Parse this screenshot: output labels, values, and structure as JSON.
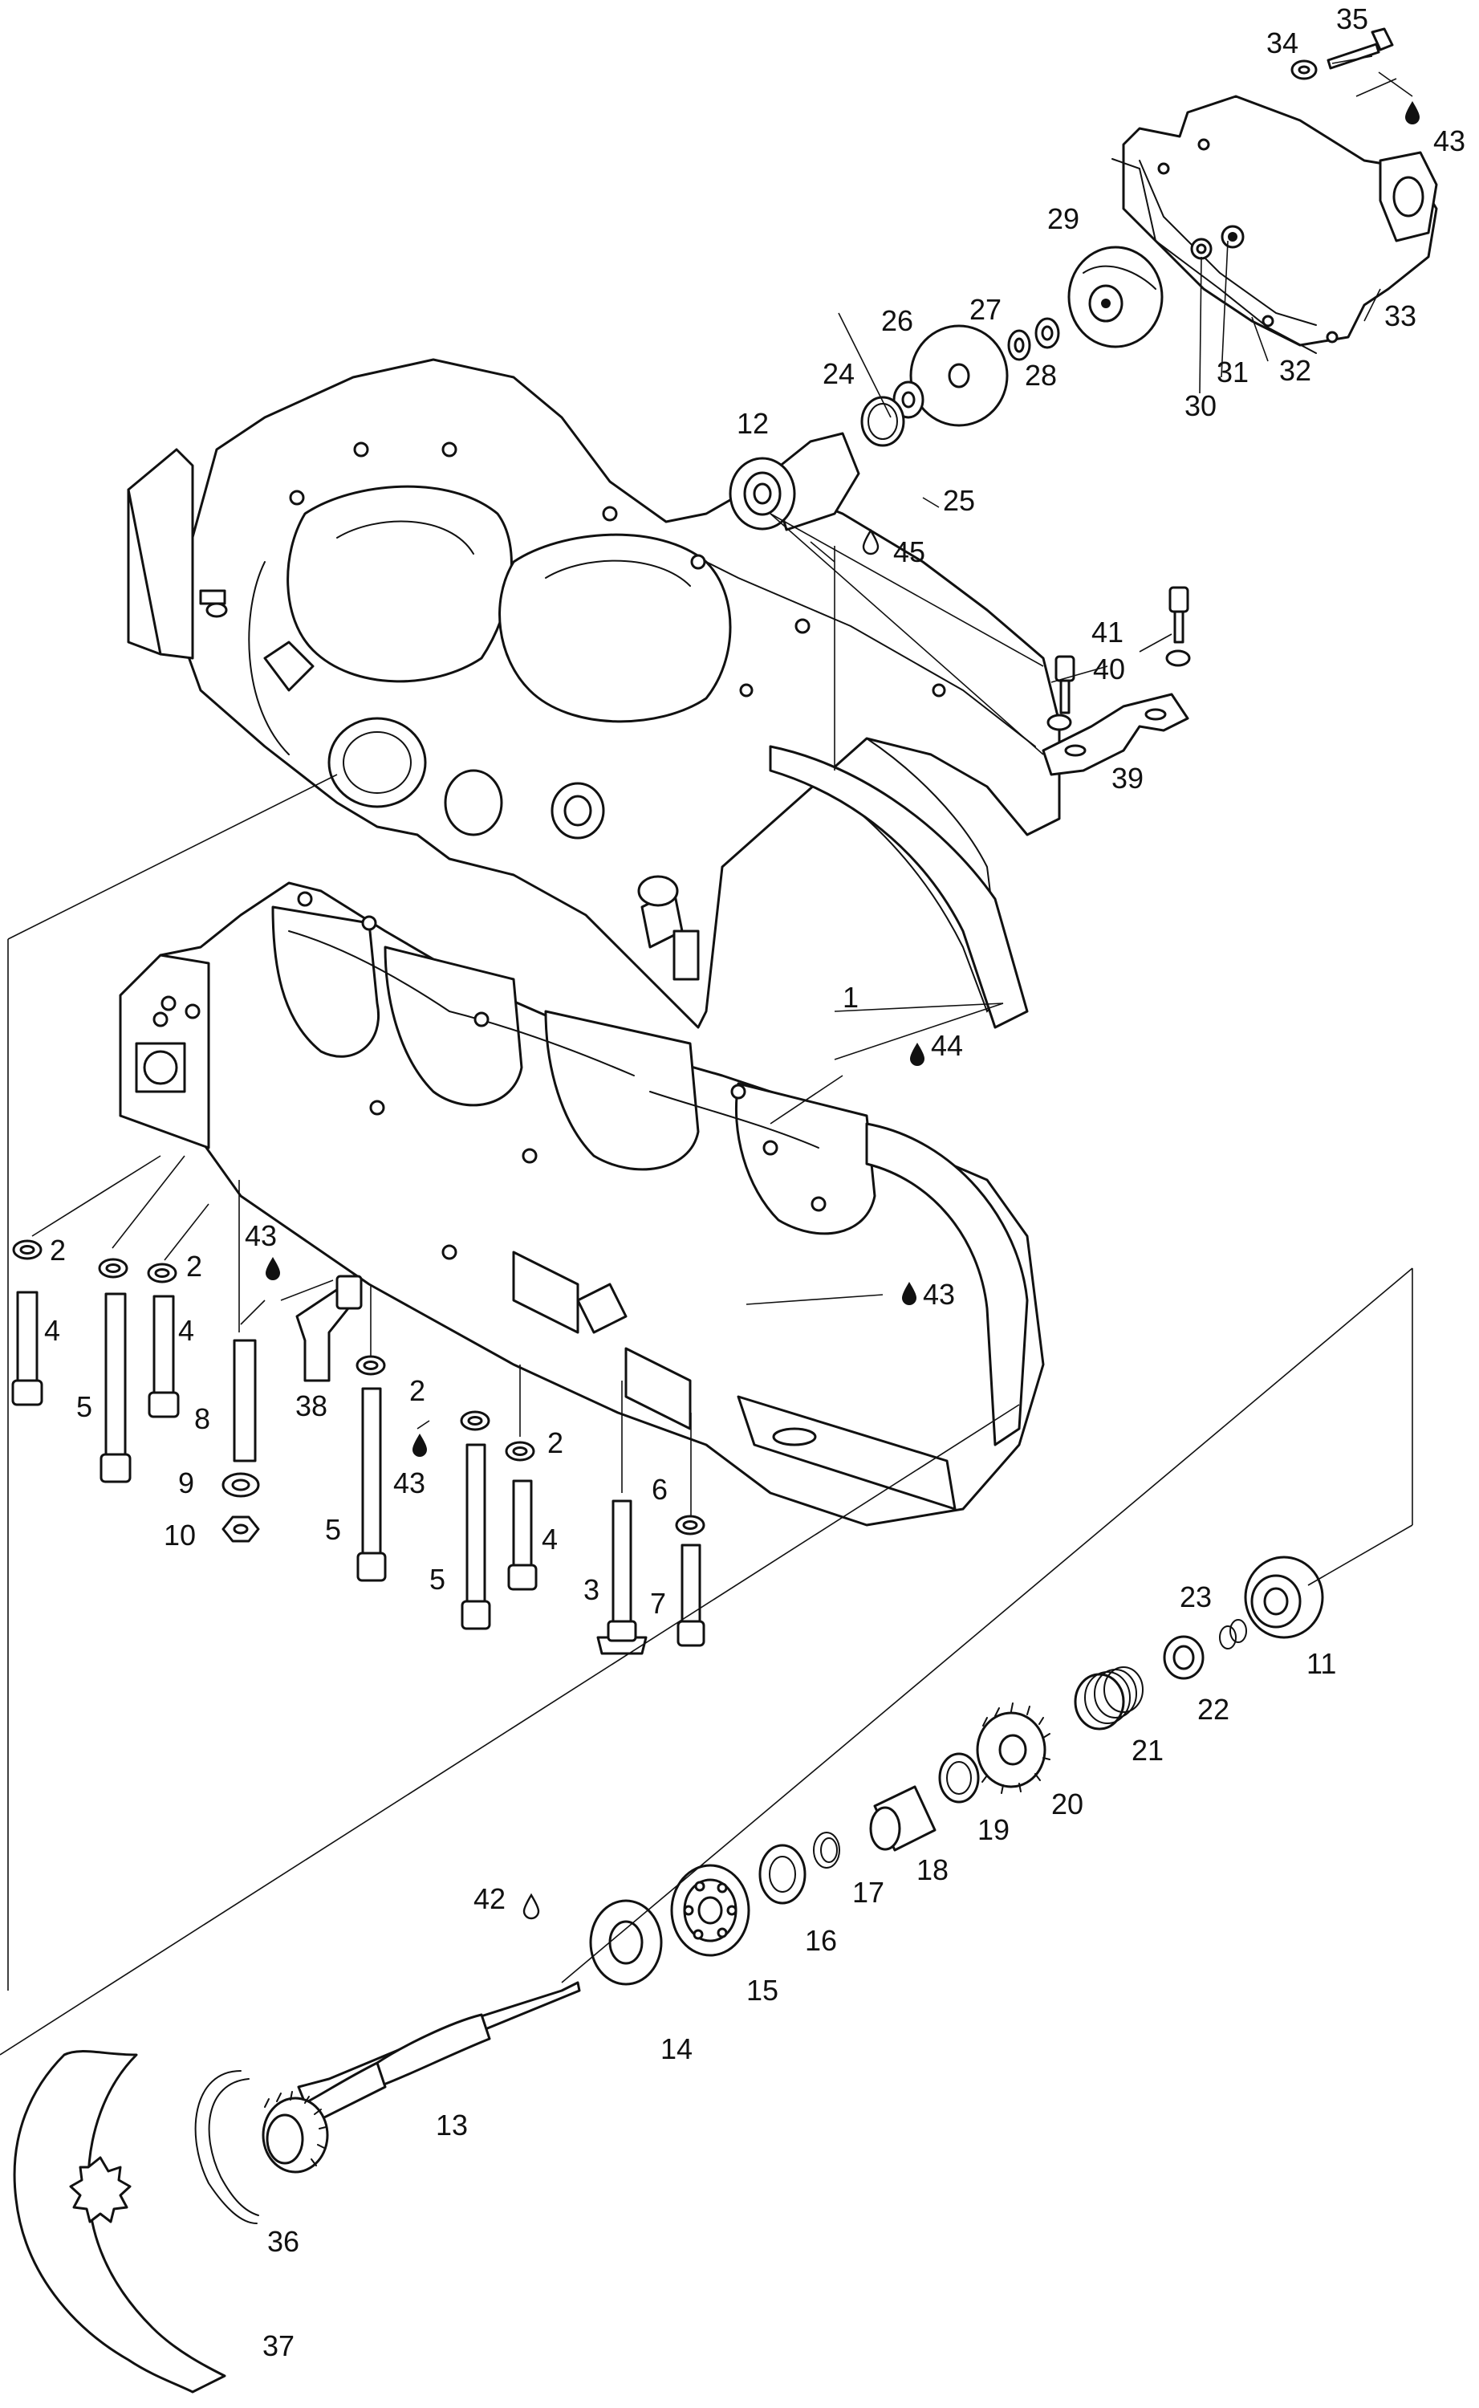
{
  "callouts": [
    {
      "id": "c1",
      "text": "1"
    },
    {
      "id": "c2a",
      "text": "2"
    },
    {
      "id": "c2b",
      "text": "2"
    },
    {
      "id": "c2c",
      "text": "2"
    },
    {
      "id": "c2d",
      "text": "2"
    },
    {
      "id": "c3",
      "text": "3"
    },
    {
      "id": "c4a",
      "text": "4"
    },
    {
      "id": "c4b",
      "text": "4"
    },
    {
      "id": "c4c",
      "text": "4"
    },
    {
      "id": "c5a",
      "text": "5"
    },
    {
      "id": "c5b",
      "text": "5"
    },
    {
      "id": "c5c",
      "text": "5"
    },
    {
      "id": "c6",
      "text": "6"
    },
    {
      "id": "c7",
      "text": "7"
    },
    {
      "id": "c8",
      "text": "8"
    },
    {
      "id": "c9",
      "text": "9"
    },
    {
      "id": "c10",
      "text": "10"
    },
    {
      "id": "c11",
      "text": "11"
    },
    {
      "id": "c12",
      "text": "12"
    },
    {
      "id": "c13",
      "text": "13"
    },
    {
      "id": "c14",
      "text": "14"
    },
    {
      "id": "c15",
      "text": "15"
    },
    {
      "id": "c16",
      "text": "16"
    },
    {
      "id": "c17",
      "text": "17"
    },
    {
      "id": "c18",
      "text": "18"
    },
    {
      "id": "c19",
      "text": "19"
    },
    {
      "id": "c20",
      "text": "20"
    },
    {
      "id": "c21",
      "text": "21"
    },
    {
      "id": "c22",
      "text": "22"
    },
    {
      "id": "c23",
      "text": "23"
    },
    {
      "id": "c24",
      "text": "24"
    },
    {
      "id": "c25",
      "text": "25"
    },
    {
      "id": "c26",
      "text": "26"
    },
    {
      "id": "c27",
      "text": "27"
    },
    {
      "id": "c28",
      "text": "28"
    },
    {
      "id": "c29",
      "text": "29"
    },
    {
      "id": "c30",
      "text": "30"
    },
    {
      "id": "c31",
      "text": "31"
    },
    {
      "id": "c32",
      "text": "32"
    },
    {
      "id": "c33",
      "text": "33"
    },
    {
      "id": "c34",
      "text": "34"
    },
    {
      "id": "c35",
      "text": "35"
    },
    {
      "id": "c36",
      "text": "36"
    },
    {
      "id": "c37",
      "text": "37"
    },
    {
      "id": "c38",
      "text": "38"
    },
    {
      "id": "c39",
      "text": "39"
    },
    {
      "id": "c40",
      "text": "40"
    },
    {
      "id": "c41",
      "text": "41"
    },
    {
      "id": "c42",
      "text": "42"
    },
    {
      "id": "c43a",
      "text": "43"
    },
    {
      "id": "c43b",
      "text": "43"
    },
    {
      "id": "c43c",
      "text": "43"
    },
    {
      "id": "c43d",
      "text": "43"
    },
    {
      "id": "c44",
      "text": "44"
    },
    {
      "id": "c45",
      "text": "45"
    }
  ],
  "icons": [
    "lubricant-drop-icon"
  ]
}
